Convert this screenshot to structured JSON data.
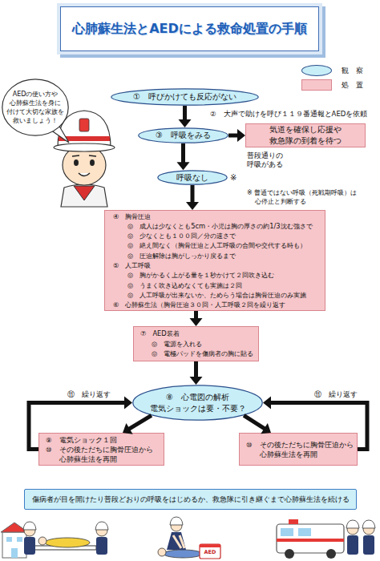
{
  "diagram": {
    "title": "心肺蘇生法とAEDによる救命処置の手順",
    "nodes": [
      {
        "text": [
          "①　呼びかけても反応がない"
        ]
      },
      {
        "text": [
          "AEDの使い方や 心肺蘇生法を身に 付けて大切な家族を 救いましょう！"
        ]
      },
      {
        "text": [
          "③　呼吸をみる"
        ]
      },
      {
        "text": [
          "気道を確保し応援や 救急隊の到着を待つ"
        ]
      },
      {
        "text": [
          "呼吸なし",
          "※"
        ]
      },
      {
        "text": [
          "④　胸骨圧迫",
          "◎　成人は少なくとも5cm・小児は胸の厚さの約1/3沈む強さで",
          "◎　少なくとも１００回／分の速さで",
          "◎　絶え間なく（胸骨圧迫と人工呼吸の合間や交代する時も）",
          "◎　圧迫解除は胸がしっかり戻るまで",
          "⑤　人工呼吸",
          "◎　胸がかるく上がる量を１秒かけて２回吹き込む",
          "◎　うまく吹き込めなくても実施は２回",
          "◎　人工呼吸が出来ないか、ためらう場合は胸骨圧迫のみ実施",
          "⑥　心肺蘇生法（胸骨圧迫３０回・人工呼吸２回を繰り返す"
        ]
      },
      {
        "text": [
          "⑦　AED装着",
          "◎　電源を入れる",
          "◎　電極パッドを傷病者の胸に貼る"
        ]
      },
      {
        "text": [
          "⑧　心電図の解析",
          "電気ショックは要・不要？"
        ]
      },
      {
        "text": [
          "⑨　電気ショック１回",
          "⑩　その後ただちに胸骨圧迫から 心肺蘇生法を再開"
        ]
      },
      {
        "text": [
          "⑩　その後ただちに胸骨圧迫から 心肺蘇生法を再開"
        ]
      },
      {
        "text": [
          "傷病者が目を開けたり普段どおりの呼吸をはじめるか、救急隊に引き継ぐまで心肺蘇生法を続ける"
        ]
      }
    ],
    "edges": [
      {
        "from": 0,
        "to": 2,
        "arrow": "to",
        "label": "②　大声で助けを呼び１１９番通報とAEDを依頼"
      },
      {
        "from": 2,
        "to": 3,
        "arrow": "to",
        "label": "普段通りの 呼吸がある"
      },
      {
        "from": 2,
        "to": 4,
        "arrow": "to"
      },
      {
        "from": 4,
        "to": 5,
        "arrow": "to"
      },
      {
        "from": 5,
        "to": 6,
        "arrow": "to"
      },
      {
        "from": 6,
        "to": 7,
        "arrow": "to"
      },
      {
        "from": 7,
        "to": 8,
        "arrow": "to"
      },
      {
        "from": 7,
        "to": 9,
        "arrow": "to"
      },
      {
        "from": 8,
        "to": 7,
        "arrow": "to",
        "label": "⑪　繰り返す"
      },
      {
        "from": 9,
        "to": 7,
        "arrow": "to",
        "label": "⑪　繰り返す"
      }
    ],
    "labels": [
      "※ 普通ではない呼吸（死戦期呼吸）は 心停止と判断する",
      "AED"
    ],
    "legend": [
      {
        "text": "観　察",
        "color": "#c8eef8"
      },
      {
        "text": "処　置",
        "color": "#f7c6ca"
      }
    ]
  }
}
